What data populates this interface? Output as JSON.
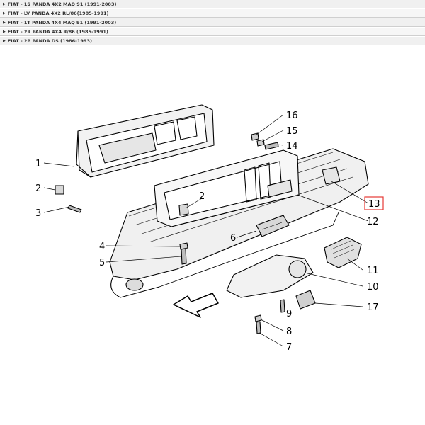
{
  "models": [
    {
      "label": "FIAT - 1S PANDA 4X2 MAQ 91 (1991-2003)"
    },
    {
      "label": "FIAT - LV PANDA 4X2 RL/86(1985-1991)"
    },
    {
      "label": "FIAT - 1T PANDA 4X4 MAQ 91 (1991-2003)"
    },
    {
      "label": "FIAT - 2R PANDA 4X4 R/86 (1985-1991)"
    },
    {
      "label": "FIAT - 2P PANDA DS (1986-1993)"
    }
  ],
  "callouts": {
    "c1": "1",
    "c2a": "2",
    "c2b": "2",
    "c3": "3",
    "c4": "4",
    "c5": "5",
    "c6": "6",
    "c7": "7",
    "c8": "8",
    "c9": "9",
    "c10": "10",
    "c11": "11",
    "c12": "12",
    "c13": "13",
    "c14": "14",
    "c15": "15",
    "c16": "16",
    "c17": "17"
  },
  "highlight_color": "#e53935"
}
